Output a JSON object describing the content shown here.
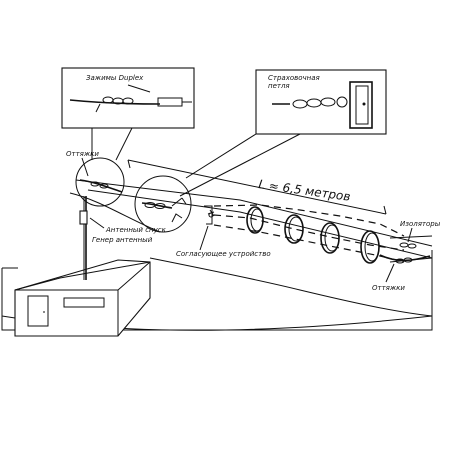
{
  "labels": {
    "clamps": "Зажимы Duplex",
    "safety_loop_1": "Страховочная",
    "safety_loop_2": "петля",
    "guys_left": "Оттяжки",
    "antenna_lead_1": "Антенный спуск",
    "antenna_lead_2": "Генер антенный",
    "matching_device": "Согласующее устройство",
    "length": "L ≈ 6,5 метров",
    "insulators": "Изоляторы",
    "guys_right": "Оттяжки"
  }
}
